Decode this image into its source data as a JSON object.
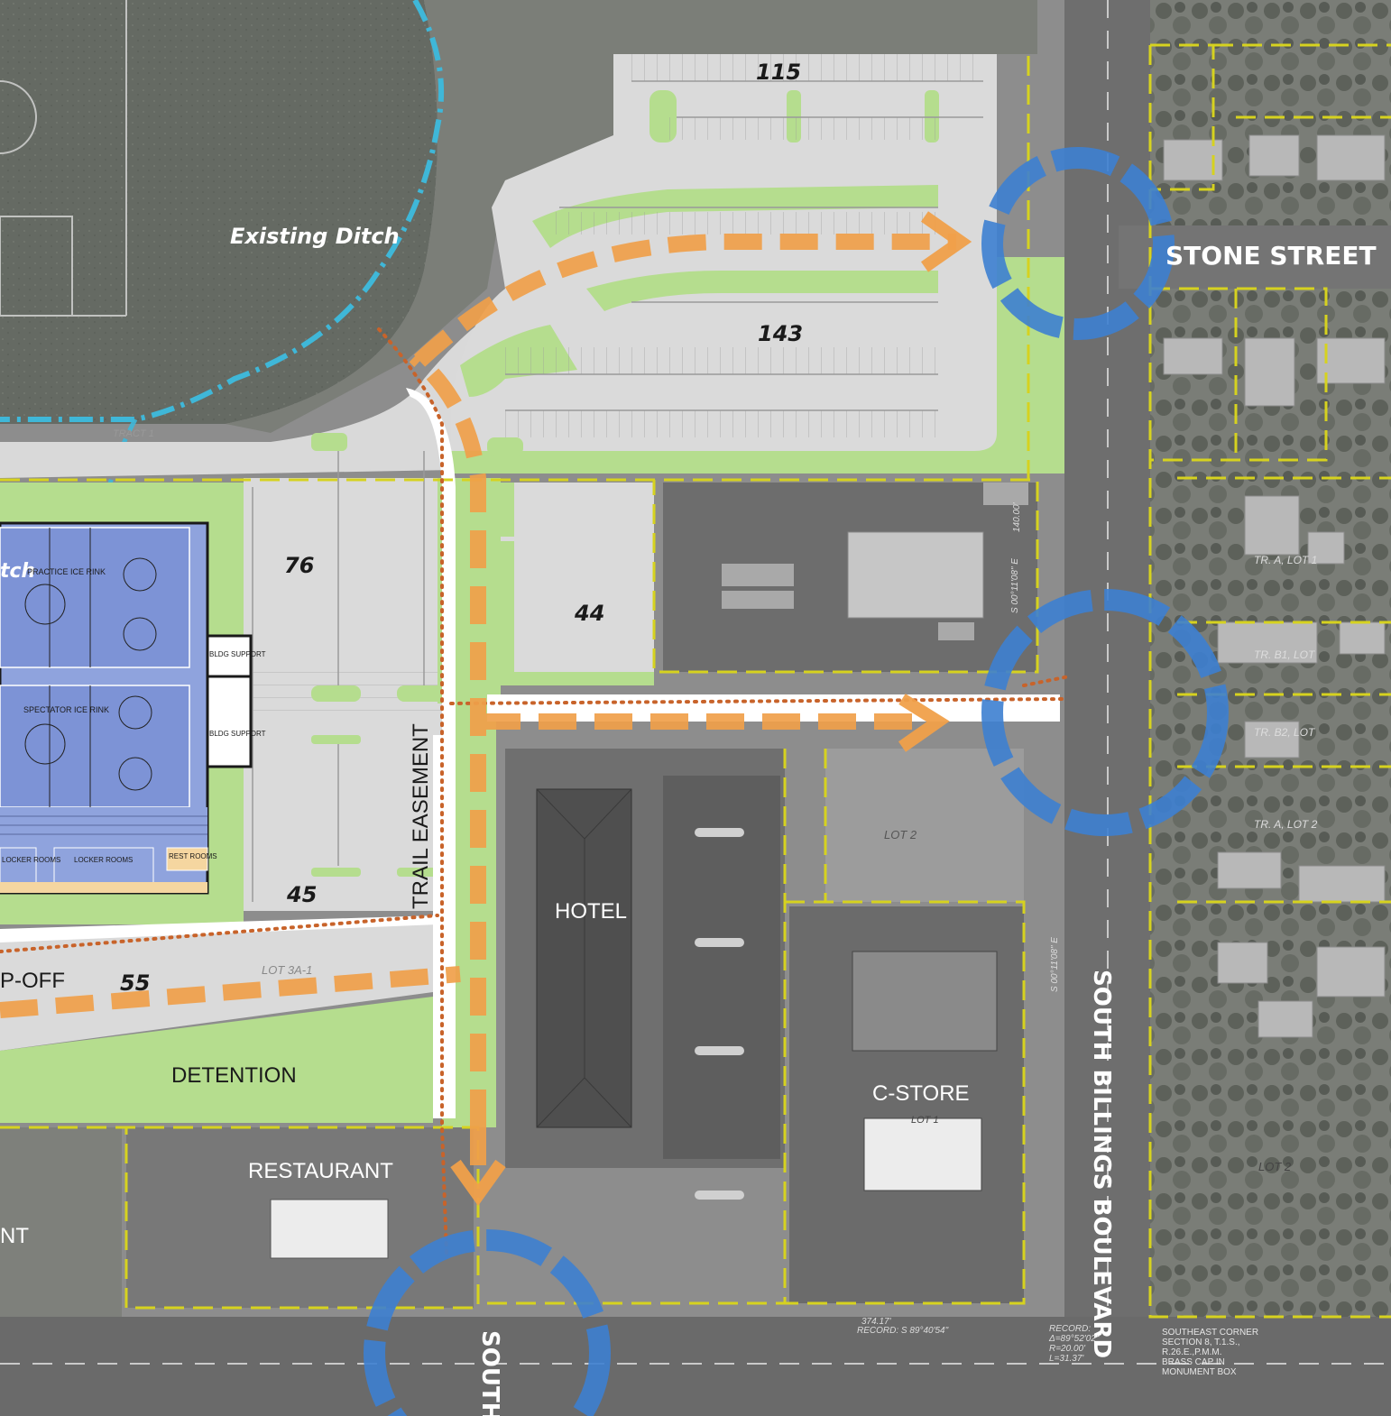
{
  "labels": {
    "existing_ditch": "Existing Ditch",
    "ditch_fragment": "tch",
    "stone_street": "STONE STREET",
    "south_billings_blvd": "SOUTH BILLINGS BOULEVARD",
    "south_fragment": "SOUTH",
    "trail_easement": "TRAIL EASEMENT",
    "hotel": "HOTEL",
    "c_store": "C-STORE",
    "restaurant": "RESTAURANT",
    "detention": "DETENTION",
    "drop_off": "P-OFF",
    "left_fragment": "NT",
    "lot_2": "LOT 2",
    "lot_2b": "LOT 2",
    "lot_1": "LOT 1",
    "lot_3a1": "LOT 3A-1",
    "tract1": "TRACT 1",
    "tr_a_lot1": "TR. A, LOT 1",
    "tr_b1": "TR. B1, LOT",
    "tr_b2": "TR. B2, LOT",
    "tr_a_lot2": "TR. A, LOT 2",
    "bearing_1": "S 00°11'08\" E",
    "bearing_2": "S 00°11'08\" E",
    "bearing_3": "140.00'",
    "record_line": "374.17'",
    "record_line2": "RECORD: S 89°40'54\"",
    "curve_1": "RECORD:",
    "curve_2": "Δ=89°52'02\"",
    "curve_3": "R=20.00'",
    "curve_4": "L=31.37'",
    "corner_1": "SOUTHEAST CORNER",
    "corner_2": "SECTION 8, T.1.S.,",
    "corner_3": "R.26.E.,P.M.M.",
    "corner_4": "BRASS CAP IN",
    "corner_5": "MONUMENT BOX"
  },
  "arena": {
    "practice_rink": "PRACTICE ICE RINK",
    "spectator_rink": "SPECTATOR ICE RINK",
    "bldg_support_1": "BLDG SUPPORT",
    "bldg_support_2": "BLDG SUPPORT",
    "locker_rooms_1": "LOCKER ROOMS",
    "locker_rooms_2": "LOCKER ROOMS",
    "rest_rooms": "REST ROOMS"
  },
  "parking_counts": {
    "lot_115": "115",
    "lot_143": "143",
    "lot_76": "76",
    "lot_44": "44",
    "lot_45": "45",
    "lot_55": "55"
  },
  "colors": {
    "aerial": "#8c8c8c",
    "pavement": "#d9d9d9",
    "landscape": "#b5dd8e",
    "building": "#8fa3dd",
    "lot_line": "#d6d21f",
    "trail": "#c8632a",
    "arrow": "#f0a04a",
    "intersection": "#3d7fd0",
    "ditch": "#3fb7d8"
  }
}
